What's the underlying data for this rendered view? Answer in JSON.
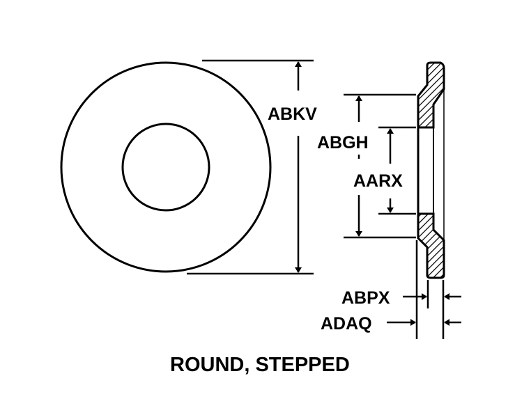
{
  "title": "ROUND, STEPPED",
  "labels": {
    "outer_diameter": "ABKV",
    "step_diameter": "ABGH",
    "hole_diameter": "AARX",
    "step_thickness": "ABPX",
    "overall_thickness": "ADAQ"
  },
  "colors": {
    "line": "#000000",
    "background": "#ffffff"
  }
}
